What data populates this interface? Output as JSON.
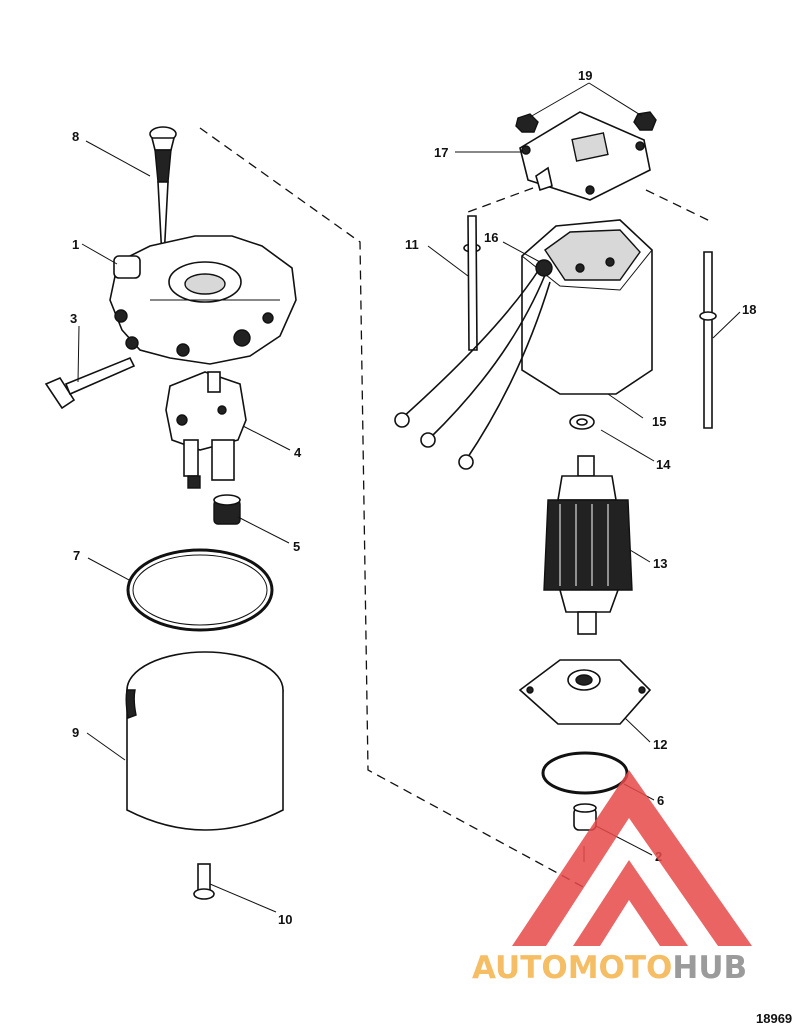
{
  "callouts": [
    "1",
    "2",
    "3",
    "4",
    "5",
    "6",
    "7",
    "8",
    "9",
    "10",
    "11",
    "12",
    "13",
    "14",
    "15",
    "16",
    "17",
    "18",
    "19"
  ],
  "figure_id": "18969",
  "watermark": {
    "brand_part1": "AUTOMOTO",
    "brand_part2": "HUB",
    "color_part1": "#f4b24a",
    "color_part2": "#8a8a8a",
    "logo_color": "#e84a4a"
  }
}
